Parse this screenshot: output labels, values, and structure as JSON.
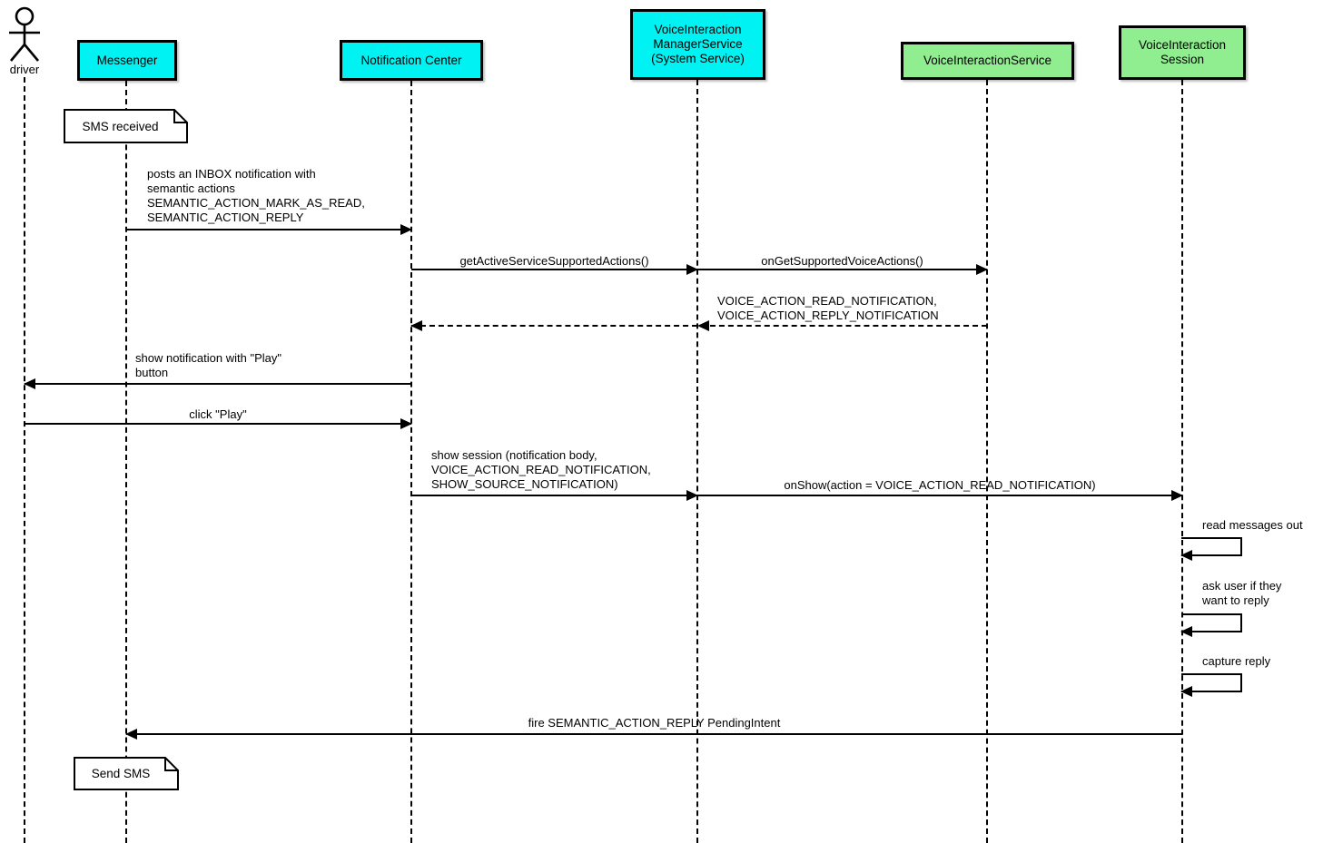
{
  "diagram_type": "uml-sequence-diagram",
  "colors": {
    "participant_cyan": "#00f2f2",
    "participant_green": "#90EE90",
    "line": "#000000",
    "note_fill": "#ffffff",
    "background": "#ffffff"
  },
  "actor": {
    "label": "driver"
  },
  "participants": [
    {
      "label": "Messenger",
      "color": "#00f2f2"
    },
    {
      "label": "Notification Center",
      "color": "#00f2f2"
    },
    {
      "label": "VoiceInteraction\nManagerService\n(System Service)",
      "color": "#00f2f2"
    },
    {
      "label": "VoiceInteractionService",
      "color": "#90EE90"
    },
    {
      "label": "VoiceInteraction\nSession",
      "color": "#90EE90"
    }
  ],
  "notes": [
    {
      "on": "Messenger",
      "text": "SMS received"
    },
    {
      "on": "Messenger",
      "text": "Send SMS"
    }
  ],
  "messages": [
    {
      "from": "Messenger",
      "to": "Notification Center",
      "style": "solid",
      "label": "posts an INBOX notification with\nsemantic actions\nSEMANTIC_ACTION_MARK_AS_READ,\nSEMANTIC_ACTION_REPLY"
    },
    {
      "from": "Notification Center",
      "to": "VoiceInteractionManagerService",
      "style": "solid",
      "label": "getActiveServiceSupportedActions()"
    },
    {
      "from": "VoiceInteractionManagerService",
      "to": "VoiceInteractionService",
      "style": "solid",
      "label": "onGetSupportedVoiceActions()"
    },
    {
      "from": "VoiceInteractionService",
      "to": "Notification Center",
      "style": "dashed-return",
      "label": "VOICE_ACTION_READ_NOTIFICATION,\nVOICE_ACTION_REPLY_NOTIFICATION"
    },
    {
      "from": "Notification Center",
      "to": "driver",
      "style": "solid",
      "label": "show notification with \"Play\"\nbutton"
    },
    {
      "from": "driver",
      "to": "Notification Center",
      "style": "solid",
      "label": "click \"Play\""
    },
    {
      "from": "Notification Center",
      "to": "VoiceInteractionManagerService",
      "style": "solid",
      "label": "show session (notification body,\nVOICE_ACTION_READ_NOTIFICATION,\nSHOW_SOURCE_NOTIFICATION)"
    },
    {
      "from": "VoiceInteractionManagerService",
      "to": "VoiceInteractionSession",
      "style": "solid",
      "label": "onShow(action = VOICE_ACTION_READ_NOTIFICATION)"
    },
    {
      "from": "VoiceInteractionSession",
      "to": "VoiceInteractionSession",
      "style": "self",
      "label": "read messages out"
    },
    {
      "from": "VoiceInteractionSession",
      "to": "VoiceInteractionSession",
      "style": "self",
      "label": "ask user if they\nwant to reply"
    },
    {
      "from": "VoiceInteractionSession",
      "to": "VoiceInteractionSession",
      "style": "self",
      "label": "capture reply"
    },
    {
      "from": "VoiceInteractionSession",
      "to": "Messenger",
      "style": "solid",
      "label": "fire SEMANTIC_ACTION_REPLY PendingIntent"
    }
  ]
}
